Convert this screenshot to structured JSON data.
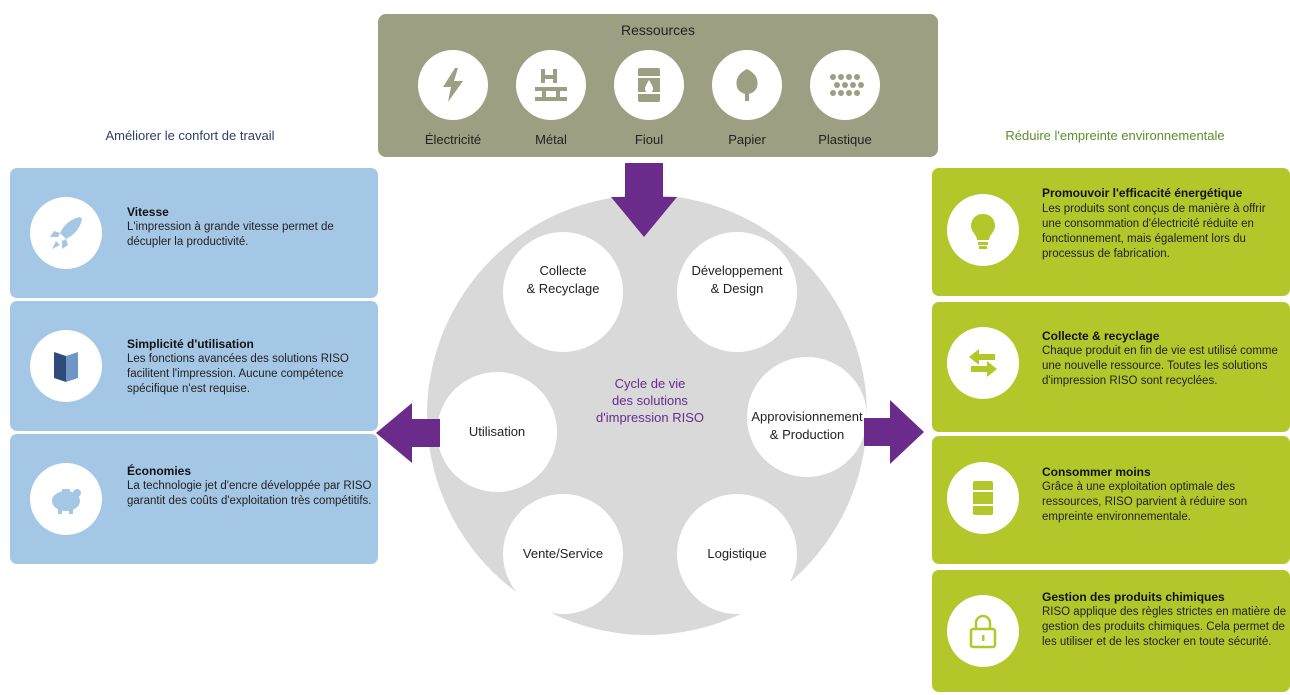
{
  "resources": {
    "title": "Ressources",
    "items": [
      {
        "label": "Électricité",
        "icon": "lightning-icon"
      },
      {
        "label": "Métal",
        "icon": "metal-beam-icon"
      },
      {
        "label": "Fioul",
        "icon": "oil-barrel-icon"
      },
      {
        "label": "Papier",
        "icon": "tree-icon"
      },
      {
        "label": "Plastique",
        "icon": "plastic-pellets-icon"
      }
    ]
  },
  "left": {
    "heading": "Améliorer le confort de travail",
    "cards": [
      {
        "title": "Vitesse",
        "text": "L'impression à grande vitesse permet de décupler la productivité.",
        "icon": "rocket-icon"
      },
      {
        "title": "Simplicité d'utilisation",
        "text": "Les fonctions avancées des solutions RISO facilitent l'impression.  Aucune compétence spécifique n'est requise.",
        "icon": "book-icon"
      },
      {
        "title": "Économies",
        "text": "La technologie jet d'encre développée par RISO garantit des coûts d'exploitation très compétitifs.",
        "icon": "piggy-bank-icon"
      }
    ]
  },
  "right": {
    "heading": "Réduire l'empreinte environnementale",
    "cards": [
      {
        "title": "Promouvoir l'efficacité énergétique",
        "text": "Les produits sont conçus de manière à offrir une consommation d'électricité réduite en fonctionnement, mais également lors du processus de fabrication.",
        "icon": "lightbulb-icon"
      },
      {
        "title": "Collecte & recyclage",
        "text": "Chaque produit en fin de vie est utilisé comme une nouvelle ressource. Toutes les solutions d'impression RISO sont recyclées.",
        "icon": "recycle-arrows-icon"
      },
      {
        "title": "Consommer moins",
        "text": "Grâce à une exploitation optimale des ressources, RISO parvient à réduire son empreinte environnementale.",
        "icon": "barrel-icon"
      },
      {
        "title": "Gestion des produits chimiques",
        "text": "RISO applique des règles strictes en matière de gestion des produits chimiques. Cela permet de les utiliser et de les stocker en toute sécurité.",
        "icon": "padlock-icon"
      }
    ]
  },
  "cycle": {
    "center": "Cycle de vie\ndes solutions\nd'impression RISO",
    "stages": [
      "Collecte\n& Recyclage",
      "Développement\n& Design",
      "Approvisionnement\n& Production",
      "Logistique",
      "Vente/Service",
      "Utilisation"
    ]
  },
  "colors": {
    "resources_panel": "#9d9f82",
    "left_cards": "#a5c7e6",
    "right_cards": "#b4c72a",
    "arrows": "#6b2b8a",
    "cycle_bg": "#d9d9d9"
  }
}
